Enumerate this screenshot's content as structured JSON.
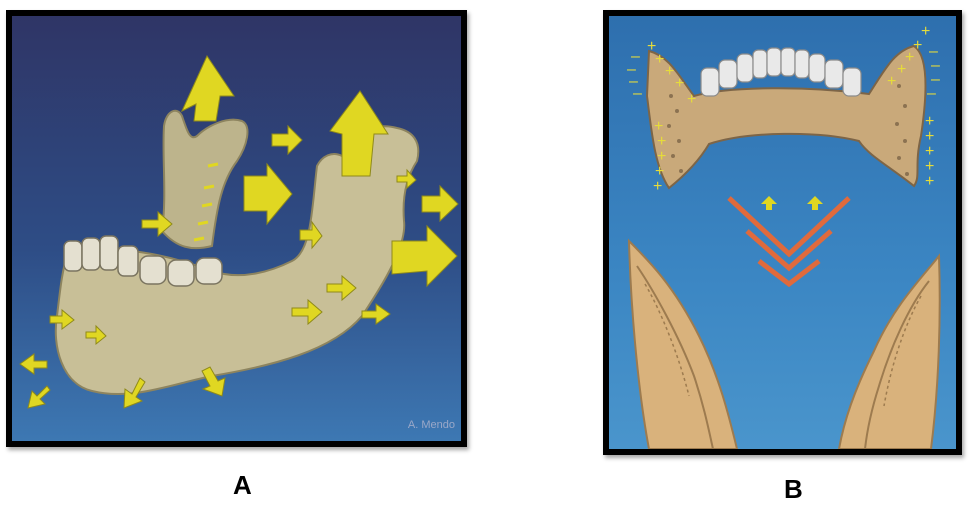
{
  "panels": [
    {
      "id": "A",
      "caption": "A",
      "signature": "A. Mendo"
    },
    {
      "id": "B",
      "caption": "B"
    }
  ],
  "colors": {
    "panel_a_background": "#2e4386",
    "panel_b_background": "#3b86c3",
    "bone": "#c8bf97",
    "arrow": "#e0d722",
    "plus_marks": "#e6dc3a",
    "chevron": "#e06a3c",
    "border": "#000000"
  },
  "icons": [
    "mandible-illustration",
    "growth-arrow-icon",
    "dental-arch-illustration",
    "chevron-icon",
    "ramus-section-illustration"
  ],
  "panel_b_marks": {
    "plus": "+",
    "minus": "–"
  }
}
